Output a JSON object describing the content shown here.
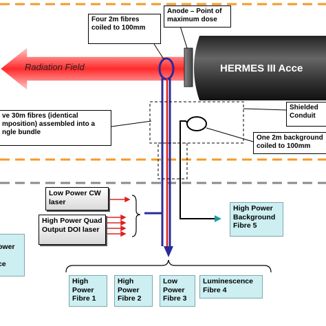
{
  "radiation_field": "Radiation Field",
  "machine_name": "HERMES III Acce",
  "labels": {
    "four_fibres": "Four 2m fibres coiled to 100mm",
    "anode": "Anode – Point of maximum dose",
    "bundle_line1": "ve 30m fibres (identical",
    "bundle_line2": "mposition) assembled into a",
    "bundle_line3": "ngle bundle",
    "shielded": "Shielded Conduit",
    "background_coil": "One 2m background coiled to 100mm",
    "low_power_cw": "Low Power CW laser",
    "quad_output": "High Power Quad Output DOI laser",
    "left_partial_1": "ower",
    "left_partial_2": "ce",
    "hp_background": "High Power Background Fibre 5"
  },
  "fibre_boxes": [
    "High Power Fibre 1",
    "High Power Fibre 2",
    "Low Power Fibre 3",
    "Luminescence Fibre 4"
  ],
  "colors": {
    "radiation": "#ff3b3b",
    "orange_dash": "#f59a23",
    "fibre_blue": "#2a2a9a",
    "fibre_red": "#e0201f",
    "arrow_red": "#e02020",
    "teal": "#1a9ca0",
    "cyan_box": "#cdeff2"
  }
}
